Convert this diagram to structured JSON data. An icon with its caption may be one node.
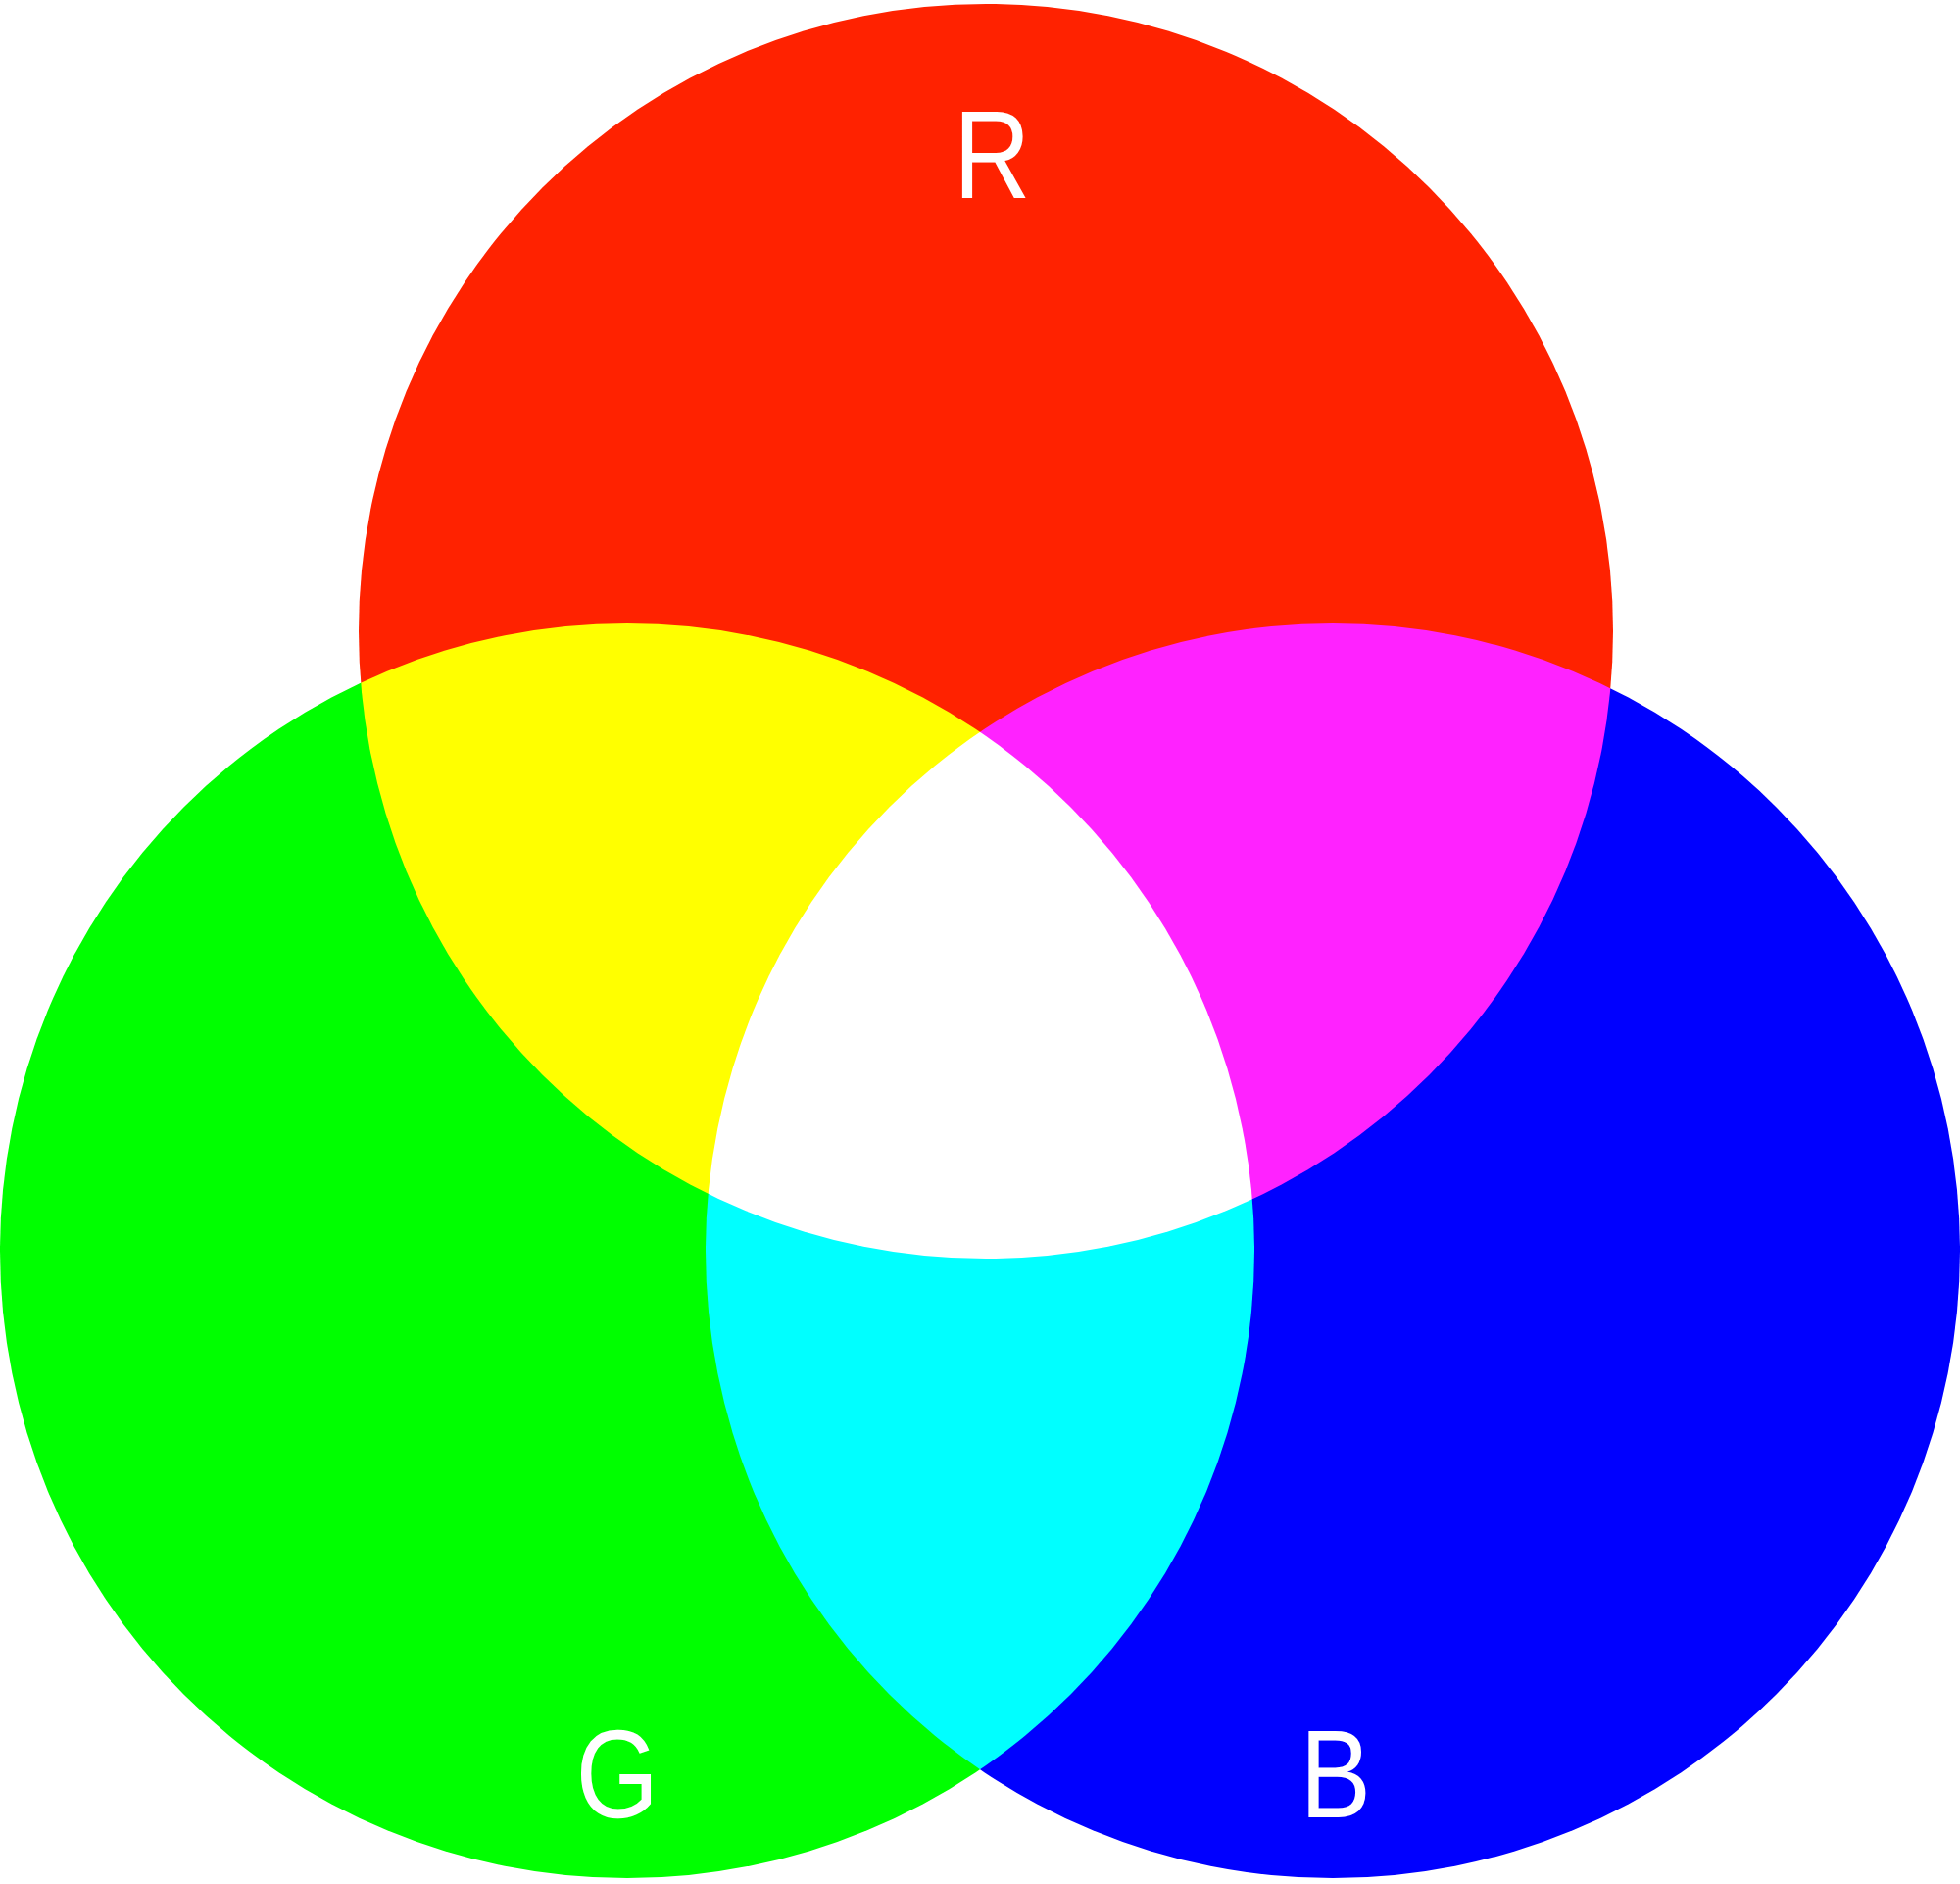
{
  "diagram": {
    "nodes": [
      {
        "text": [
          "R"
        ]
      },
      {
        "text": [
          "G"
        ]
      },
      {
        "text": [
          "B"
        ]
      }
    ]
  }
}
